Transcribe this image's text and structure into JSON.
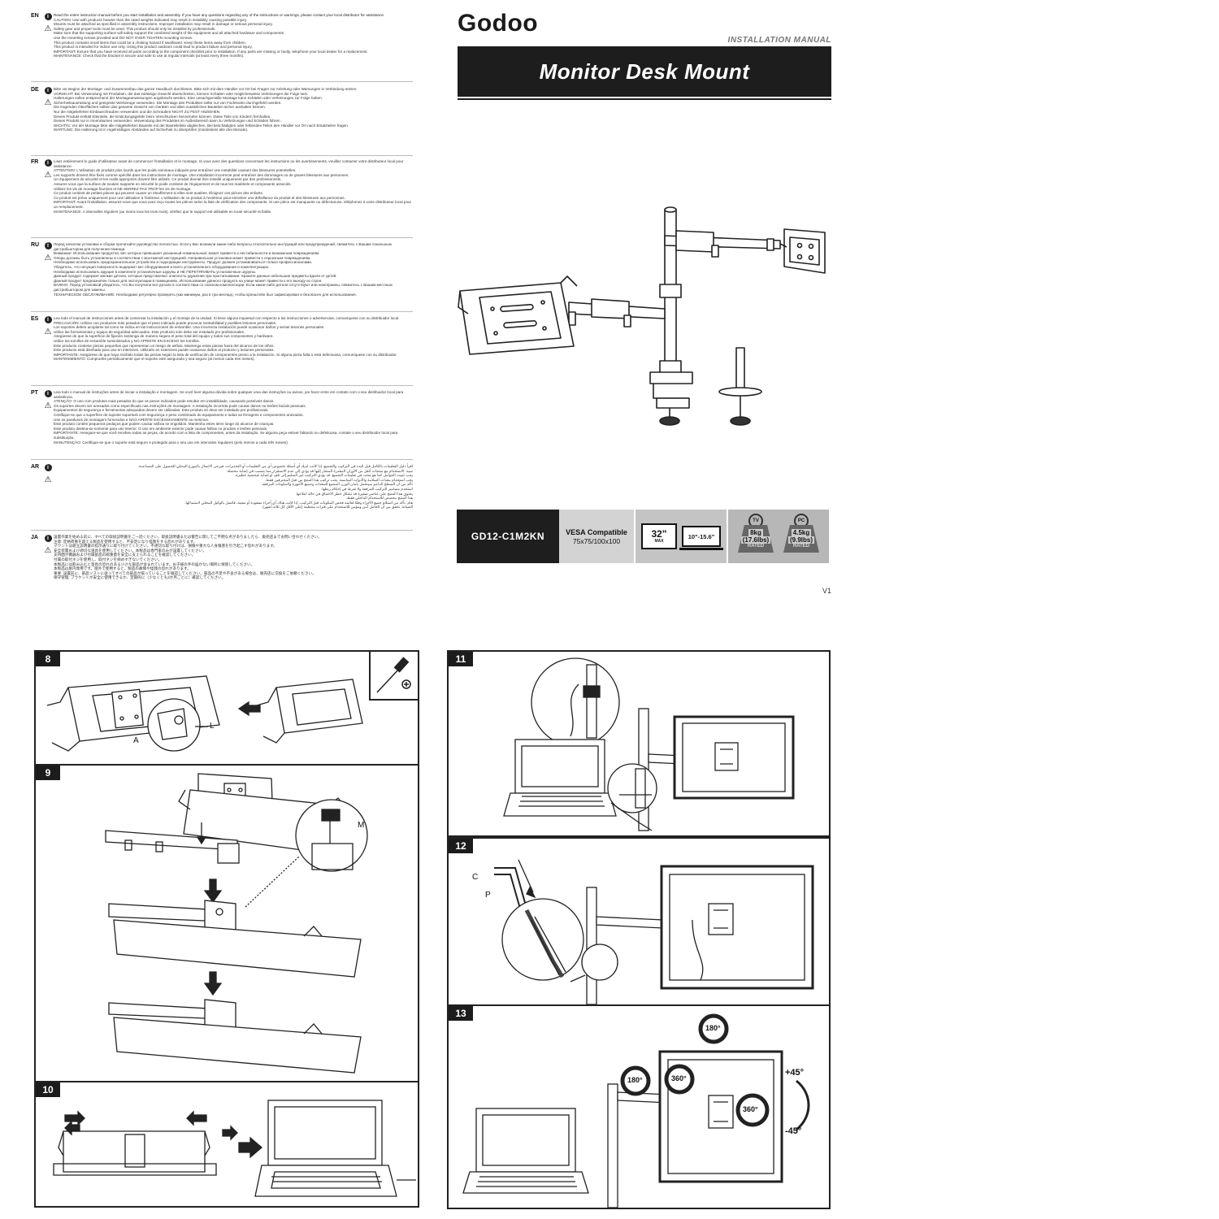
{
  "header": {
    "brand": "Godoo",
    "manual_label": "INSTALLATION MANUAL",
    "title": "Monitor Desk Mount"
  },
  "specs": {
    "model": "GD12-C1M2KN",
    "vesa_title": "VESA Compatible",
    "vesa_sizes": "75x75/100x100",
    "monitor_size": "32\"",
    "monitor_size_note": "MAX",
    "laptop_size": "10\"-15.6\"",
    "monitor_weight_tag": "TV",
    "monitor_weight": "8kg",
    "monitor_weight_lbs": "(17.6lbs)",
    "laptop_weight_tag": "PC",
    "laptop_weight": "4.5kg",
    "laptop_weight_lbs": "(9.9lbs)",
    "rated": "RATED",
    "version": "V1"
  },
  "warnings": [
    {
      "code": "EN",
      "intro": "Read the entire instruction manual before you start installation and assembly. If you have any questions regarding any of the instructions or warnings, please contact your local distributor for assistance.",
      "caution": "CAUTION: Use with products heavier than the rated weights indicated may result in instability causing possible injury.",
      "bullets": [
        "Mounts must be attached as specified in assembly instructions. Improper installation may result in damage or serious personal injury.",
        "Safety gear and proper tools must be used. This product should only be installed by professionals.",
        "Make sure that the supporting surface will safely support the combined weight of the equipment and all attached hardware and components.",
        "Use the mounting screws provided and DO NOT OVER TIGHTEN mounting screws.",
        "This product contains small items that could be a choking hazard if swallowed. Keep these items away from children.",
        "This product is intended for indoor use only. Using this product outdoors could lead to product failure and personal injury."
      ],
      "important": "IMPORTANT: Ensure that you have received all parts according to the component checklist prior to installation. If any parts are missing or faulty, telephone your local dealer for a replacement.",
      "maintenance": "MAINTENANCE: Check that the bracket is secure and safe to use at regular intervals (at least every three months)."
    },
    {
      "code": "DE",
      "intro": "Bitte vor Beginn der Montage- und Zusammenbau das ganze Handbuch durchlesen. Bitte sich mit dem Händler vor Ort bei Fragen zur Anleitung oder Warnungen in Verbindung setzen.",
      "caution": "VORSICHT: Bei Verwendung mit Produkten, die das zulässige Gewicht überschreiten, können Schäden oder möglicherweise Verletzungen die Folge sein.",
      "bullets": [
        "Halterungen sollen entsprechend der Montageanweisungen angebracht werden. Eine unsachgemäße Montage kann Schäden oder Verletzungen zur Folge haben.",
        "Sicherheitsausrüstung und geeignete Werkzeuge verwenden. Die Montage des Produktes sollte nur von Fachleuten durchgeführt werden.",
        "Die tragenden Oberflächen sollten das gesamte Gewicht von Geräten und allen zusätzlichen Bauteilen sicher aushalten können.",
        "Nur die mitgelieferten Einbauschrauben verwenden und die Schrauben NICHT ZU FEST ANZIEHEN.",
        "Dieses Produkt enthält Kleinteile, die Erstickungsgefahr beim Verschlucken hervorrufen können. Diese Teile von Kindern fernhalten.",
        "Dieses Produkt nur in Innenräumen verwenden. Verwendung des Produktes im Außenbereich kann zu Verletzungen und Schäden führen."
      ],
      "important": "WICHTIG: Vor der Montage bitte alle mitgelieferten Bauteile mit der Bauteileliste abgleichen. Bei beschädigten oder fehlenden Teilen den Händler vor Ort nach Ersatzteilen fragen.",
      "maintenance": "WARTUNG: Die Halterung ist in regelmäßigen Abständen auf Sicherheit zu überprüfen (mindestens alle drei Monate)."
    },
    {
      "code": "FR",
      "intro": "Lisez entièrement le guide d'utilisateur avant de commencer l'installation et le montage. Si vous avez des questions concernant les instructions ou les avertissements, veuillez contacter votre distributeur local pour assistance.",
      "caution": "ATTENTION: L'utilisation de produits plus lourds que les poids nominaux indiqués peut entraîner une instabilité causant des blessures potentielles.",
      "bullets": [
        "Les supports doivent être fixés comme spécifié dans les instructions de montage. Une installation incorrecte peut entraîner des dommages ou de graves blessures aux personnes.",
        "Un équipement de sécurité et les outils appropriés doivent être utilisés. Ce produit devrait être installé uniquement par des professionnels.",
        "Assurez-vous que la surface de soutien supporte en sécurité le poids combiné de l'équipement et de tous les matériels et composants associés.",
        "Utilisez les vis de montage fournies et NE SERREZ PAS TROP les vis de montage.",
        "Ce produit contient de petites pièces qui peuvent causer un étouffement si elles sont avalées. Éloignez ces pièces des enfants.",
        "Ce produit est prévu uniquement pour une utilisation à l'intérieur. L'utilisation de ce produit à l'extérieur peut entraîner une défaillance du produit et des blessures aux personnes."
      ],
      "important": "IMPORTANT: Avant l'installation, assurez-vous que vous avez reçu toutes les pièces selon la liste de vérification des composants. Si une pièce est manquante ou défectueuse, téléphonez à votre distributeur local pour un remplacement.",
      "maintenance": "MAINTENANCE: A intervalles réguliers (au moins tous les trois mois), vérifiez que le support est utilisable en toute sécurité et fiable."
    },
    {
      "code": "RU",
      "intro": "Перед началом установки и сборки прочитайте руководство полностью. Если у Вас возникли какие-либо вопросы относительно инструкций или предупреждений, свяжитесь с Вашим локальным дистрибьютором для получения помощи.",
      "caution": "Внимание: Использование продуктов, вес которых превышает указанный номинальный, может привести к нестабильности и возможным повреждениям.",
      "bullets": [
        "Опоры должны быть установлены в соответствии с монтажной инструкцией. Неправильная установка может привести к серьезным повреждениям.",
        "Необходимо использовать предохранительное устройство и подходящие инструменты. Продукт должен устанавливаться только профессионалами.",
        "Убедитесь, что несущая поверхность выдержит вес оборудования и всего установленного оборудования и комплектующих.",
        "Необходимо использовать идущие в комплекте установочные шурупы и НЕ ПЕРЕТЯГИВАТЬ установочные шурупы.",
        "Данный продукт содержит мелкие детали, которые представляют опасность удушения при проглатывании. Храните данные небольшие предметы вдали от детей.",
        "Данный продукт предназначен только для эксплуатации в помещениях. Использование данного продукта на улице может привести к его выходу из строя."
      ],
      "important": "ВАЖНО: Перед установкой убедитесь, что Вы получили все детали в соответствии со списком комплектации. Если какие-либо детали отсутствуют или неисправны, свяжитесь с Вашим местным дистрибьютором для замены.",
      "maintenance": "ТЕХНИЧЕСКОЕ ОБСЛУЖИВАНИЕ: Необходимо регулярно проверять (как минимум, раз в три месяца), чтобы кронштейн был зафиксирован и безопасен для использования."
    },
    {
      "code": "ES",
      "intro": "Lea todo el manual de instrucciones antes de comenzar la instalación y el montaje de la unidad. Si tiene alguna inquietud con respecto a las instrucciones o advertencias, comuníquese con su distribuidor local.",
      "caution": "PRECAUCIÓN: Utilizar con productos más pesados que el peso indicado puede provocar inestabilidad y posibles lesiones personales.",
      "bullets": [
        "Los soportes deben acoplarse tal como se indica en las instrucciones de ensamble. Una incorrecta instalación puede ocasionar daños y serias lesiones personales.",
        "Utilice las herramientas y equipo de seguridad adecuados. Este producto solo debe ser instalado por profesionales.",
        "Asegúrese de que la superficie de fijación sostenga de manera segura el peso total del equipo y todos sus componentes y hardware.",
        "Utilice los tornillos de ensamble suministrados y NO APRIETE EN EXCESO los tornillos.",
        "Este producto contiene piezas pequeñas que representan un riesgo de asfixia. Mantenga estas piezas fuera del alcance de los niños.",
        "Este producto está diseñado para uso en interiores. Utilizarlo en exteriores puede ocasionar daños al producto y lesiones personales."
      ],
      "important": "IMPORTANTE: Asegúrese de que haya recibido todas las piezas según la lista de verificación de componentes previo a la instalación. Si alguna pieza falta o está defectuosa, comuníquese con su distribuidor.",
      "maintenance": "MANTENIMIENTO: Compruebe periódicamente que el soporte esté asegurado y sea seguro (al menos cada tres meses)."
    },
    {
      "code": "PT",
      "intro": "Leia todo o manual de instruções antes de iniciar a instalação e montagem. Se você tiver alguma dúvida sobre qualquer uma das instruções ou avisos, por favor entre em contato com o seu distribuidor local para assistência.",
      "caution": "ATENÇÃO: O uso com produtos mais pesados do que os pesos indicados pode resultar em instabilidade, causando possíveis danos.",
      "bullets": [
        "Os suportes devem ser anexados como especificado nas instruções de montagem. A instalação incorreta pode causar danos ou lesões faciais pessoais.",
        "Equipamentos de segurança e ferramentas adequadas devem ser utilizadas. Este produto só deve ser instalado por profissionais.",
        "Certifique-se que a superfície de suporte suportará com segurança o peso combinado do equipamento e todas as ferragens e componentes anexados.",
        "Use os parafusos de montagem fornecidos e NÃO APERTE EXCESSIVAMENTE os mesmos.",
        "Este produto contém pequenos pedaços que podem causar asfixia se engolidos. Mantenha estes itens longe do alcance de crianças.",
        "Este produto destina-se somente para uso interior. O uso em ambiente exterior pode causar falhas no produto e lesões pessoais."
      ],
      "important": "IMPORTANTE: Assegure-se que você recebeu todas as peças, de acordo com a lista de componentes, antes da instalação. Se alguma peça estiver faltando ou defeituosa, contate o seu distribuidor local para substituição.",
      "maintenance": "MANUTENÇÃO: Certifique-se que o suporte está seguro e protegido para o seu uso em intervalos regulares (pelo menos a cada três meses)."
    },
    {
      "code": "AR",
      "intro": "اقرأ دليل التعليمات بالكامل قبل البدء في التركيب والتجميع. إذا كانت لديك أي أسئلة بخصوص أي من التعليمات أو التحذيرات، فيرجى الاتصال بالموزع المحلي للحصول على المساعدة.",
      "caution": "تنبيه: الاستخدام مع منتجات أثقل من الأوزان المقدرة المشار إليها قد يؤدي إلى عدم الاستقرار مما يتسبب في إصابة محتملة.",
      "bullets": [
        "يجب تثبيت الحوامل كما هو محدد في تعليمات التجميع. قد يؤدي التركيب غير السليم إلى تلف أو إصابة شخصية خطيرة.",
        "يجب استخدام معدات السلامة والأدوات المناسبة. يجب تركيب هذا المنتج من قبل المحترفين فقط.",
        "تأكد من أن السطح الداعم سيتحمل بأمان الوزن المجمع للمعدات وجميع الأجهزة والمكونات المرفقة.",
        "استخدم مسامير التركيب المرفقة ولا تفرط في إحكام ربطها.",
        "يحتوي هذا المنتج على عناصر صغيرة قد تشكل خطر الاختناق في حالة ابتلاعها.",
        "هذا المنتج مخصص للاستخدام الداخلي فقط."
      ],
      "important": "هام: تأكد من استلام جميع الأجزاء وفقًا لقائمة فحص المكونات قبل التركيب. إذا كانت هناك أي أجزاء مفقودة أو معيبة، فاتصل بالوكيل المحلي لاستبدالها.",
      "maintenance": "الصيانة: تحقق من أن الحامل آمن ومؤمن للاستخدام على فترات منتظمة (على الأقل كل ثلاثة أشهر)."
    },
    {
      "code": "JA",
      "intro": "設置作業を始める前に、すべての取扱説明書をご一読ください。取扱説明書または警告に関してご不明な点がありましたら、販売店までお問い合わせください。",
      "caution": "注意: 定格荷重を超える製品を使用すると、不安定になり怪我をする恐れがあります。",
      "bullets": [
        "マウントは組立説明書の指示通りに取り付けてください。不適切な取り付けは、損傷や重大な人身傷害を引き起こす恐れがあります。",
        "安全装置および適切な道具を使用してください。本製品は専門家のみが設置してください。",
        "支持面が機器および付属部品の総重量を安全に支えられることを確認してください。",
        "付属の取付ネジを使用し、取付ネジを締めすぎないでください。",
        "本製品には飲み込むと窒息の恐れのある小さな部品が含まれています。お子様の手の届かない場所に保管してください。",
        "本製品は屋内専用です。屋外で使用すると、製品の故障や怪我の恐れがあります。"
      ],
      "important": "重要: 設置前に、部品リストに従ってすべての部品が揃っていることを確認してください。部品の不足や不良がある場合は、販売店に交換をご依頼ください。",
      "maintenance": "保守管理: ブラケットが安全に使用できるか、定期的に（少なくとも3か月ごとに）確認してください。"
    }
  ],
  "steps": {
    "s8": {
      "number": "8",
      "label_a": "A",
      "label_l": "L"
    },
    "s9": {
      "number": "9",
      "label_m": "M"
    },
    "s10": {
      "number": "10"
    },
    "s11": {
      "number": "11"
    },
    "s12": {
      "number": "12",
      "label_c": "C",
      "label_p": "P"
    },
    "s13": {
      "number": "13",
      "rot_top": "180°",
      "rot_left": "180°",
      "rot_mid": "360°",
      "rot_right": "360°",
      "tilt_up": "+45°",
      "tilt_down": "-45°"
    }
  }
}
